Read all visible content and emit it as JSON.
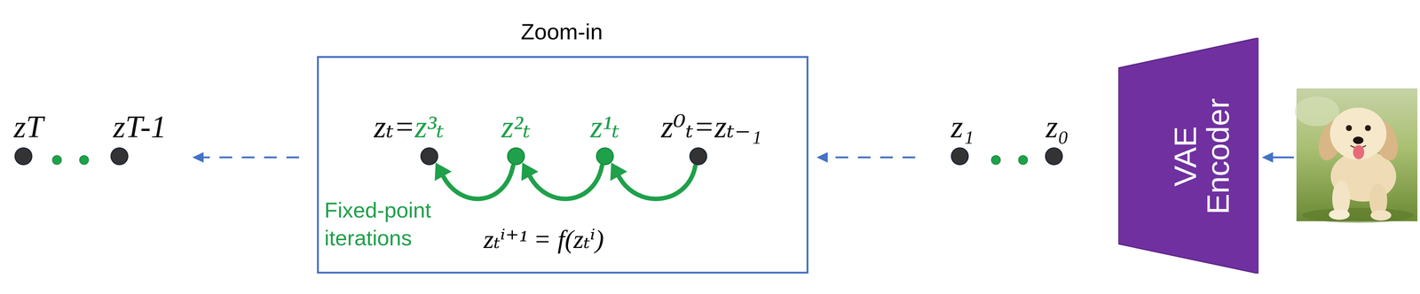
{
  "diagram": {
    "nodes": [
      {
        "text": [
          "zT"
        ]
      },
      {
        "text": [
          "zT-1"
        ]
      },
      {
        "text": [
          "Zoom-in"
        ]
      },
      {
        "text": [
          "zₜ=",
          "z³ₜ"
        ],
        "in": 2
      },
      {
        "text": [
          "z²ₜ"
        ],
        "in": 2
      },
      {
        "text": [
          "z¹ₜ"
        ],
        "in": 2
      },
      {
        "text": [
          "z⁰ₜ=zₜ₋₁"
        ],
        "in": 2
      },
      {
        "text": [
          "z₁"
        ]
      },
      {
        "text": [
          "z₀"
        ]
      },
      {
        "text": [
          "VAE Encoder"
        ]
      }
    ],
    "edges": [
      {
        "from": 6,
        "to": 5,
        "arrow": "to"
      },
      {
        "from": 5,
        "to": 4,
        "arrow": "to"
      },
      {
        "from": 4,
        "to": 3,
        "arrow": "to"
      },
      {
        "from": 2,
        "to": 1,
        "arrow": "to"
      },
      {
        "from": 7,
        "to": 2,
        "arrow": "to"
      }
    ],
    "labels": [
      "Fixed-point iterations",
      "zₜⁱ⁺¹ = f(zₜⁱ)"
    ]
  }
}
